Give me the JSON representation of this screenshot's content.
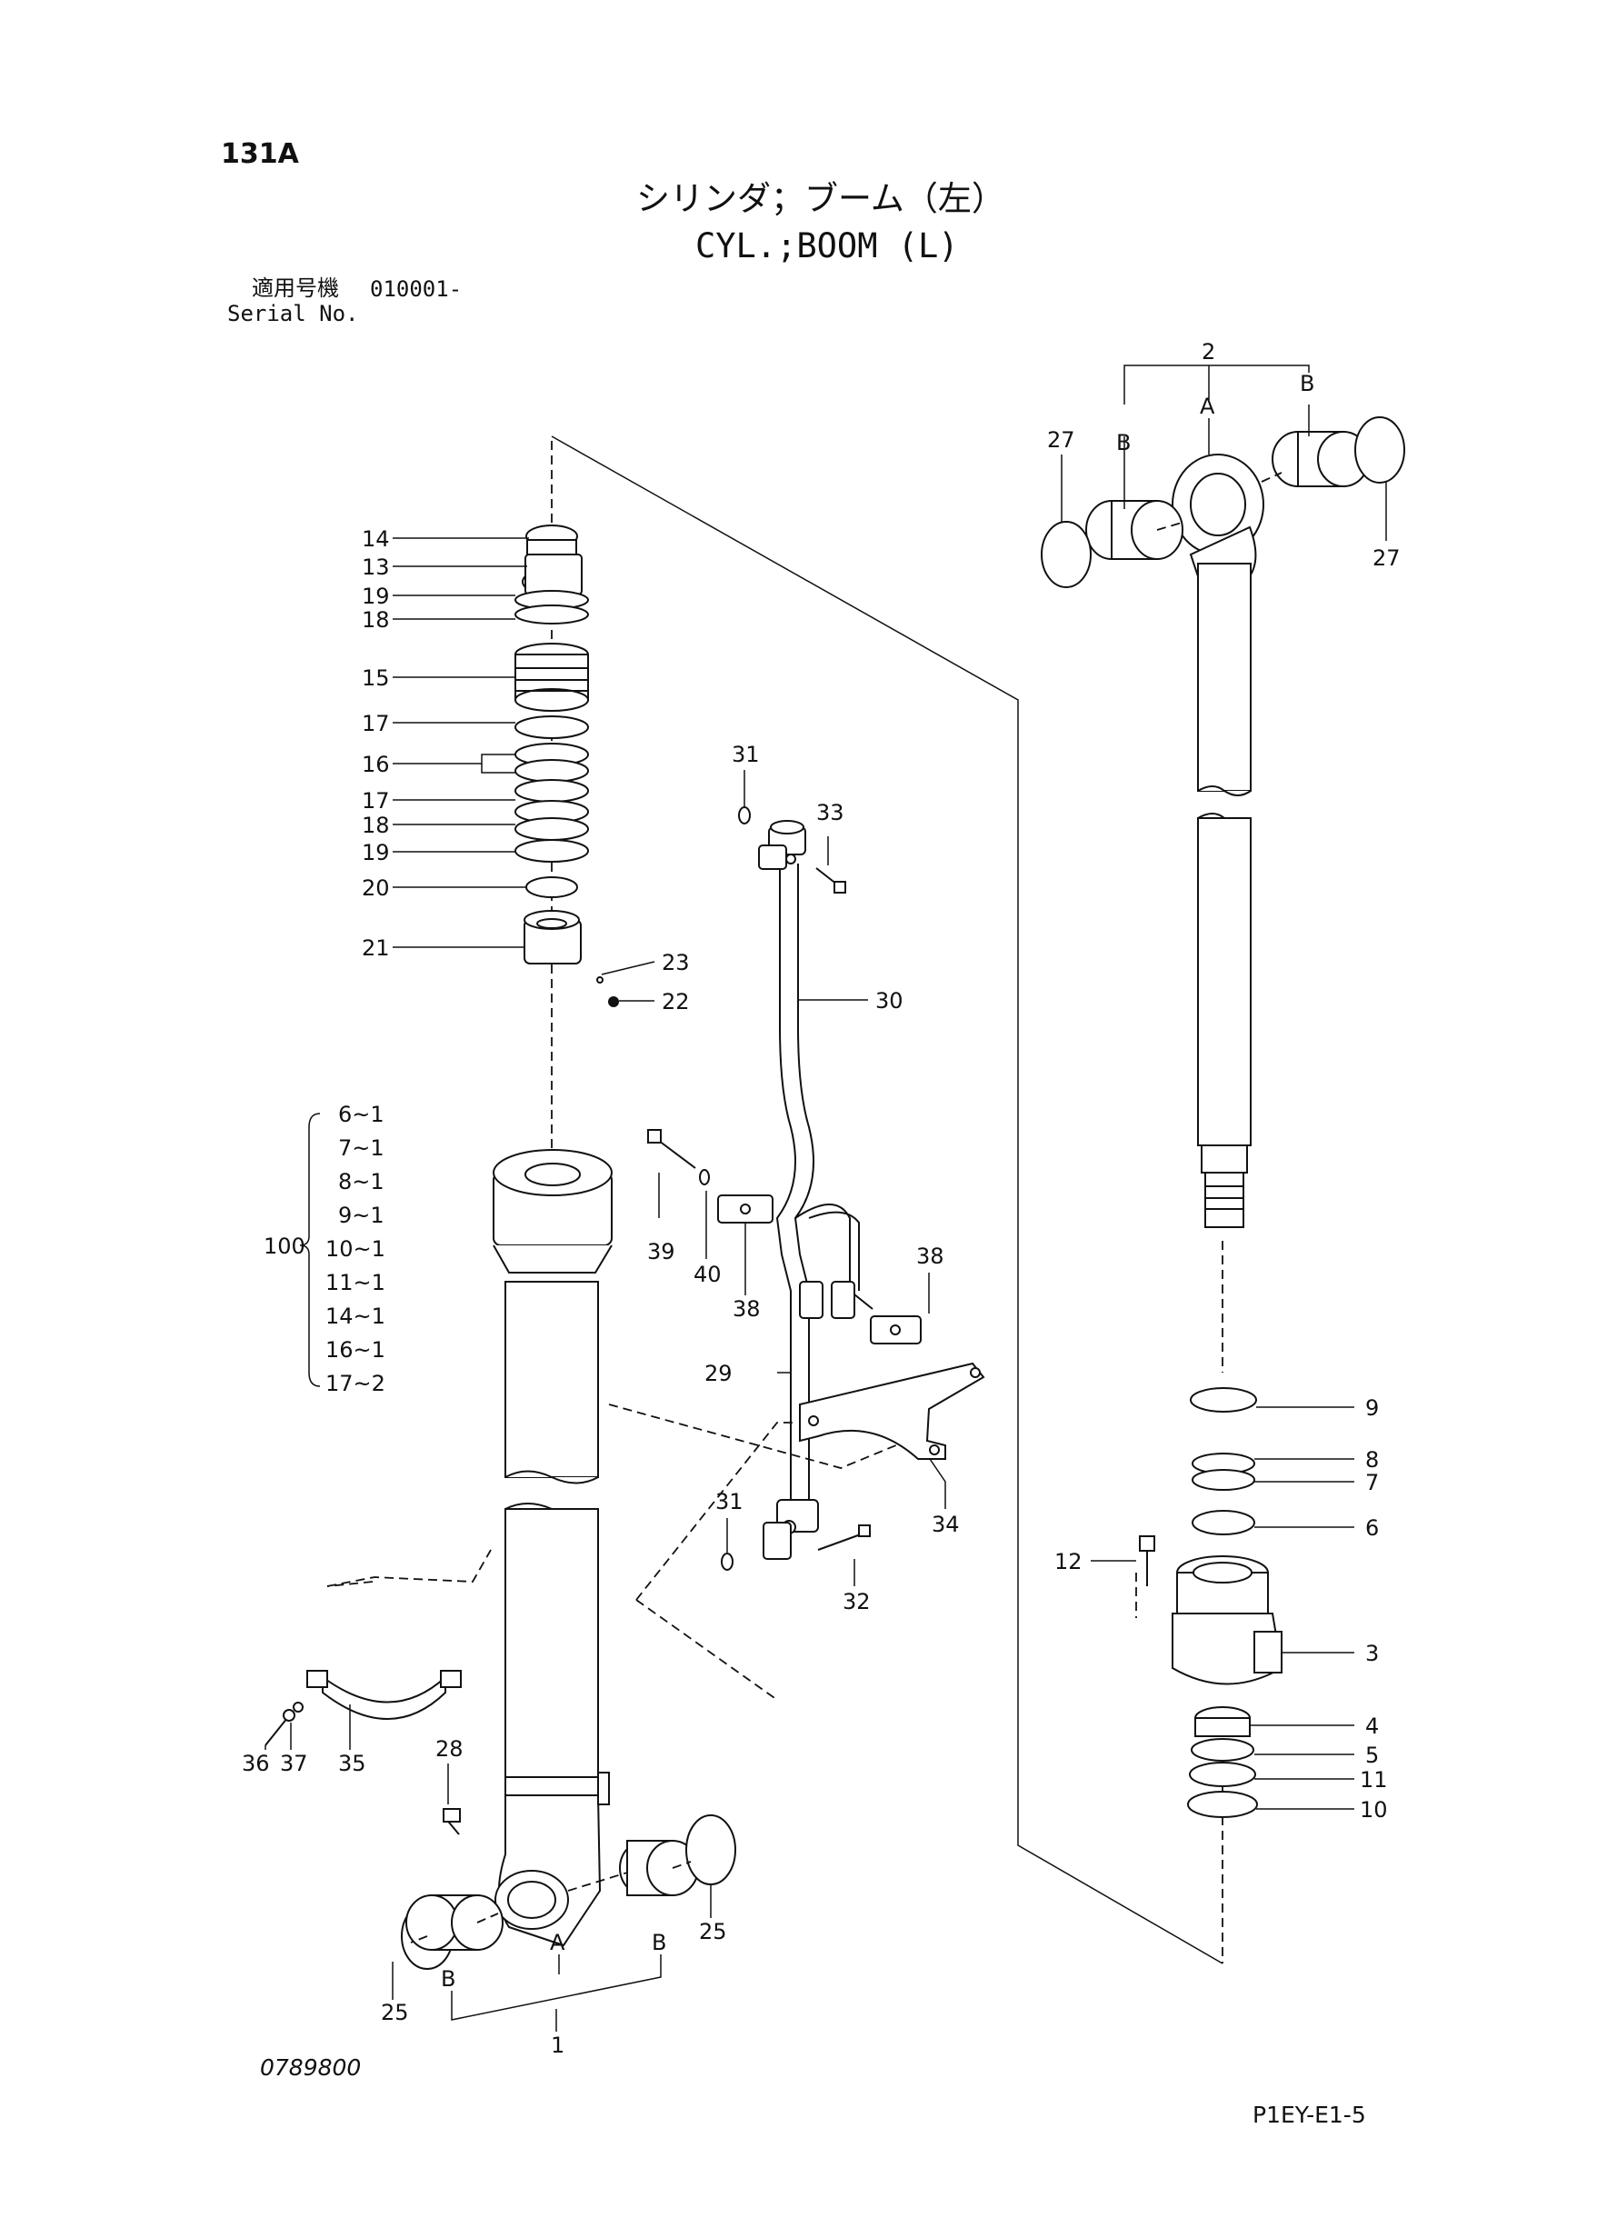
{
  "page_code": "131A",
  "title_jp": "シリンダ；ブーム（左）",
  "title_en": "CYL.;BOOM (L)",
  "serial_label_jp": "適用号機",
  "serial_value": "010001-",
  "serial_label_en": "Serial No.",
  "drawing_number": "0789800",
  "sheet_reference": "P1EY-E1-5",
  "callouts": {
    "c14": "14",
    "c13": "13",
    "c19a": "19",
    "c18a": "18",
    "c15": "15",
    "c17a": "17",
    "c16": "16",
    "c17b": "17",
    "c18b": "18",
    "c19b": "19",
    "c20": "20",
    "c21": "21",
    "c23": "23",
    "c22": "22",
    "c31a": "31",
    "c33": "33",
    "c30": "30",
    "c39": "39",
    "c40": "40",
    "c38a": "38",
    "c38b": "38",
    "c29": "29",
    "c34": "34",
    "c31b": "31",
    "c32": "32",
    "c36": "36",
    "c37": "37",
    "c35": "35",
    "c28": "28",
    "c25a": "25",
    "c25b": "25",
    "c1": "1",
    "c2": "2",
    "c27a": "27",
    "c27b": "27",
    "c9": "9",
    "c8": "8",
    "c7": "7",
    "c6": "6",
    "c12": "12",
    "c3": "3",
    "c4": "4",
    "c5": "5",
    "c11": "11",
    "c10": "10",
    "lblA1": "A",
    "lblB1": "B",
    "lblB2": "B",
    "lblA2": "A",
    "lblB3": "B",
    "lblB4": "B"
  },
  "kit_group": {
    "number": "100",
    "items": [
      "6~1",
      "7~1",
      "8~1",
      "9~1",
      "10~1",
      "11~1",
      "14~1",
      "16~1",
      "17~2"
    ]
  }
}
